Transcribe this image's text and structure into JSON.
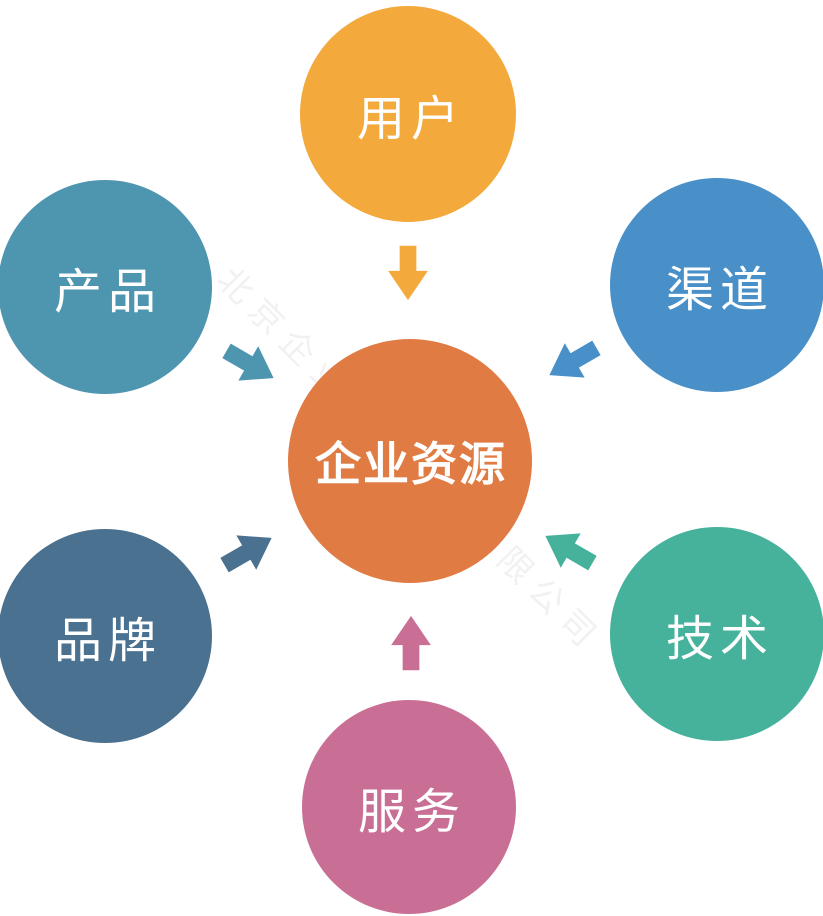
{
  "diagram": {
    "center": {
      "label": "企业资源",
      "color": "#E07C43"
    },
    "nodes": {
      "users": {
        "label": "用户",
        "color": "#F4A93C"
      },
      "products": {
        "label": "产品",
        "color": "#4E95B0"
      },
      "channels": {
        "label": "渠道",
        "color": "#4A90C8"
      },
      "brand": {
        "label": "品牌",
        "color": "#4A7190"
      },
      "technology": {
        "label": "技术",
        "color": "#46B29B"
      },
      "services": {
        "label": "服务",
        "color": "#C96F96"
      }
    },
    "watermark": "北京企业管理咨询有限公司"
  }
}
